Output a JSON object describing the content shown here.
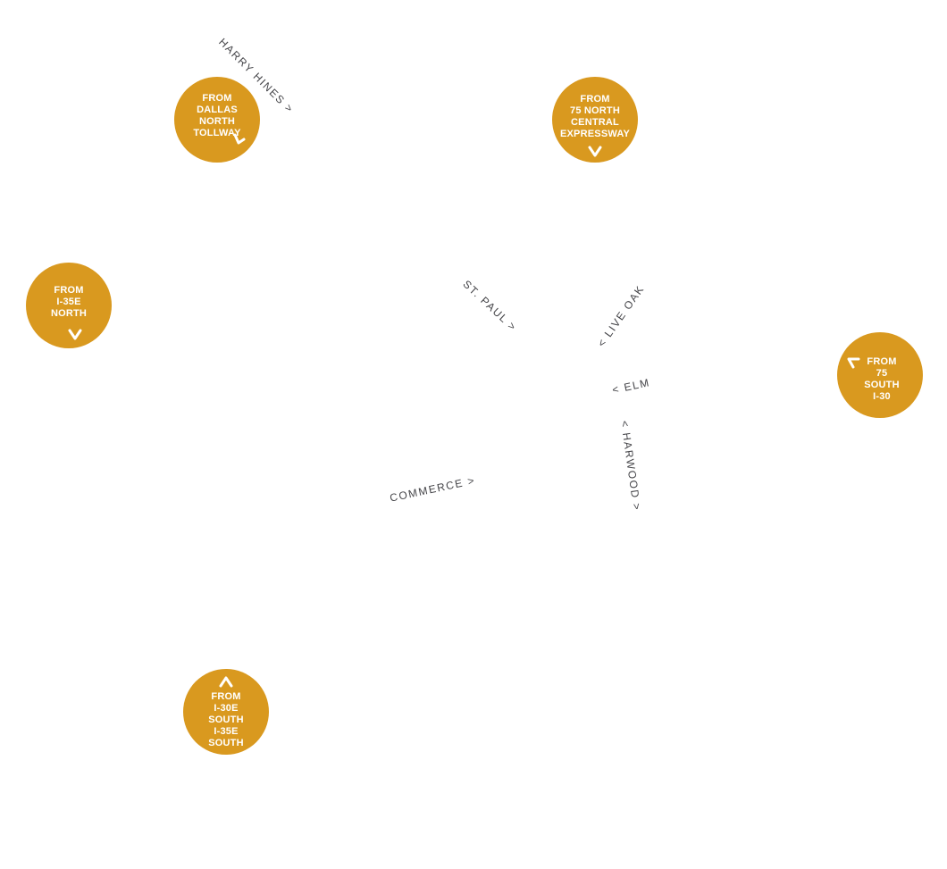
{
  "map": {
    "accent_color": "#d9991f",
    "markers": [
      {
        "id": "dallas-north-tollway",
        "label": "FROM\nDALLAS\nNORTH\nTOLLWAY",
        "icon": "arrow-down-right-icon"
      },
      {
        "id": "75-north-central",
        "label": "FROM\n75 NORTH\nCENTRAL\nEXPRESSWAY",
        "icon": "chevron-down-icon"
      },
      {
        "id": "i35e-north",
        "label": "FROM\nI-35E\nNORTH",
        "icon": "chevron-down-icon"
      },
      {
        "id": "75-south-i30",
        "label": "FROM\n75\nSOUTH\nI-30",
        "icon": "arrow-up-left-icon"
      },
      {
        "id": "i30e-i35e-south",
        "label": "FROM\nI-30E\nSOUTH\nI-35E\nSOUTH",
        "icon": "chevron-up-icon"
      }
    ],
    "streets": {
      "harry_hines": "HARRY HINES >",
      "st_paul": "ST. PAUL >",
      "live_oak": "< LIVE OAK",
      "elm": "< ELM",
      "harwood": "< HARWOOD >",
      "commerce": "COMMERCE >"
    }
  }
}
